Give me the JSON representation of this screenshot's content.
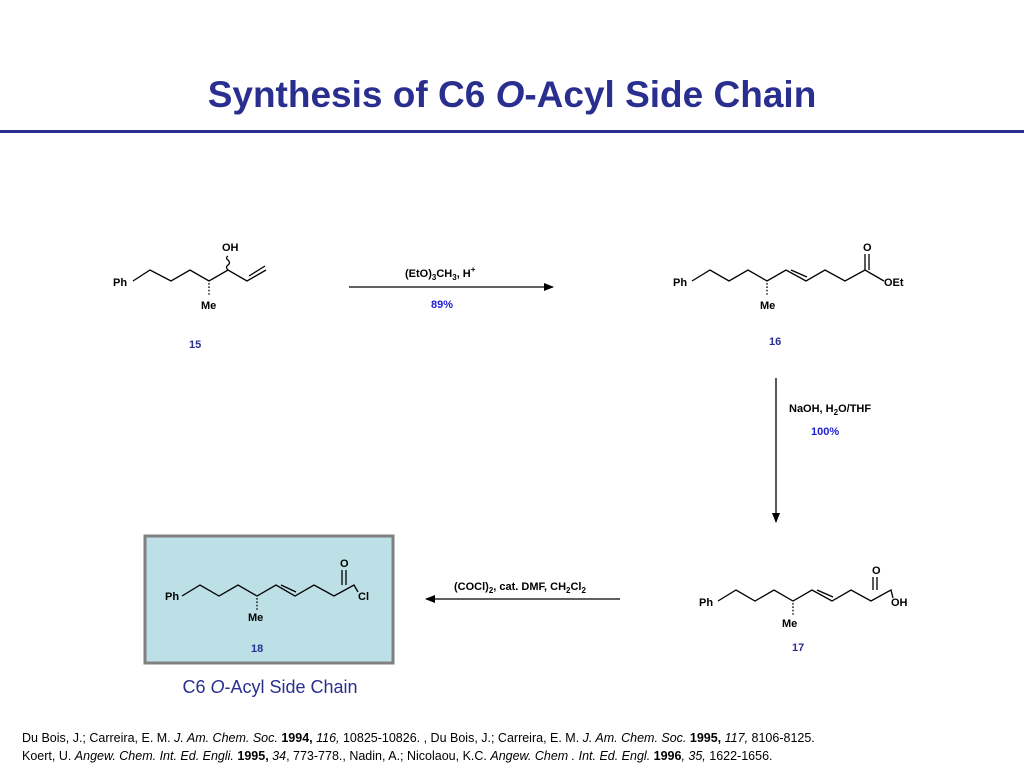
{
  "title": {
    "pre": "Synthesis of C6 ",
    "italic": "O",
    "post": "-Acyl Side Chain"
  },
  "colors": {
    "title": "#2a2f8f",
    "box_fill": "#bde0e6",
    "box_border": "#808080",
    "yield": "#2020d0"
  },
  "compounds": {
    "c15": {
      "number": "15",
      "ph": "Ph",
      "oh": "OH",
      "me": "Me"
    },
    "c16": {
      "number": "16",
      "ph": "Ph",
      "o": "O",
      "oet": "OEt",
      "me": "Me"
    },
    "c17": {
      "number": "17",
      "ph": "Ph",
      "o": "O",
      "oh": "OH",
      "me": "Me"
    },
    "c18": {
      "number": "18",
      "ph": "Ph",
      "o": "O",
      "cl": "Cl",
      "me": "Me"
    }
  },
  "steps": {
    "s1": {
      "reagent_a": "(EtO)",
      "reagent_sub1": "3",
      "reagent_b": "CH",
      "reagent_sub2": "3",
      "reagent_c": ", H",
      "reagent_sup": "+",
      "yield": "89%"
    },
    "s2": {
      "reagent_a": "NaOH, H",
      "reagent_sub": "2",
      "reagent_b": "O/THF",
      "yield": "100%"
    },
    "s3": {
      "reagent_a": "(COCl)",
      "reagent_sub1": "2",
      "reagent_b": ", cat. DMF, CH",
      "reagent_sub2": "2",
      "reagent_c": "Cl",
      "reagent_sub3": "2"
    }
  },
  "caption": {
    "pre": "C6 ",
    "italic": "O",
    "post": "-Acyl Side Chain"
  },
  "references": {
    "line1": {
      "a": "Du Bois, J.; Carreira, E. M. ",
      "b": "J. Am. Chem. Soc.",
      "c": " 1994,",
      "d": " 116,",
      "e": " 10825-10826. , Du Bois, J.; Carreira, E. M. ",
      "f": "J. Am. Chem. Soc.",
      "g": " 1995,",
      "h": " 117,",
      "i": " 8106-8125."
    },
    "line2": {
      "a": "Koert, U. ",
      "b": "Angew. Chem. Int. Ed. Engli.",
      "c": " 1995,",
      "d": " 34",
      "e": ", 773-778., Nadin, A.; Nicolaou, K.C. ",
      "f": "Angew. Chem . Int. Ed. Engl.",
      "g": " 1996",
      "h": ", 35,",
      "i": " 1622-1656."
    }
  }
}
